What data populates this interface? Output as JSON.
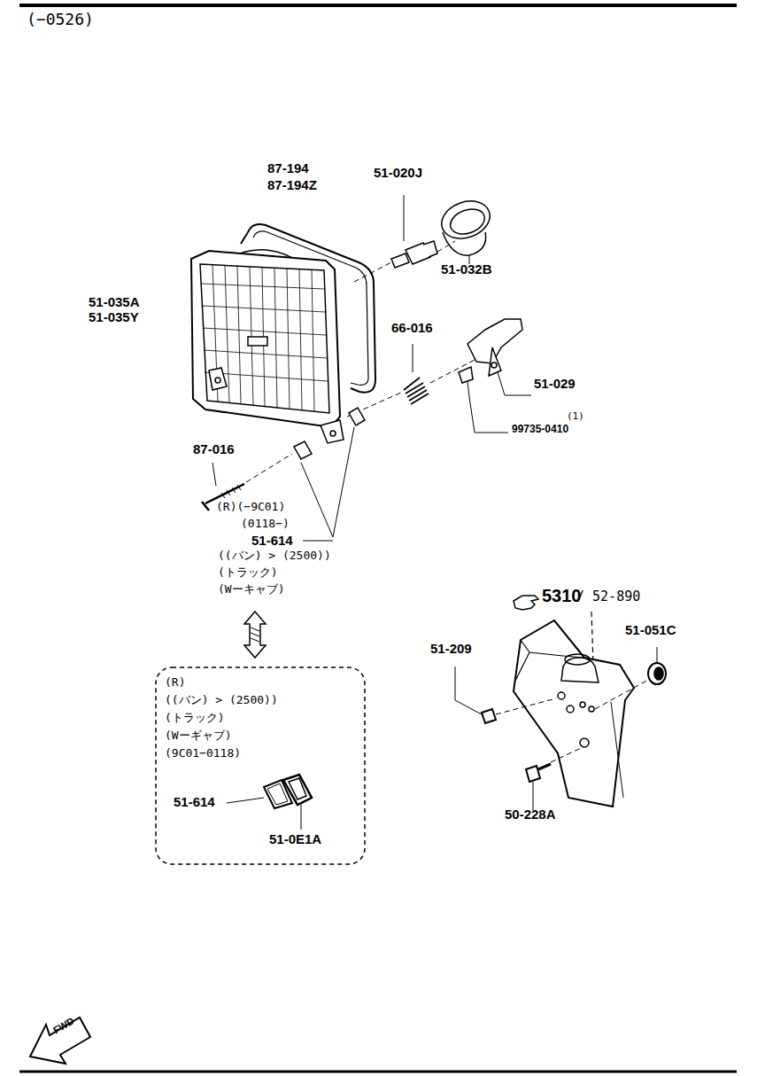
{
  "diagram": {
    "nodes": [
      {
        "text": [
          "(R)",
          "((バン) > (2500))",
          "(トラック)",
          "(Wーギャブ)",
          "(9C01−0118)",
          "51-614",
          "51-0E1A"
        ]
      }
    ],
    "labels": [
      "(−0526)",
      "87-194",
      "87-194Z",
      "51-020J",
      "51-032B",
      "51-035A",
      "51-035Y",
      "66-016",
      "51-029",
      "(1)",
      "99735-0410",
      "87-016",
      "(R)(−9C01)",
      "(0118−)",
      "51-614",
      "((バン) > (2500))",
      "(トラック)",
      "(Wーキャブ)",
      "5310",
      "/ 52-890",
      "51-051C",
      "51-209",
      "50-228A",
      "FWD"
    ]
  }
}
